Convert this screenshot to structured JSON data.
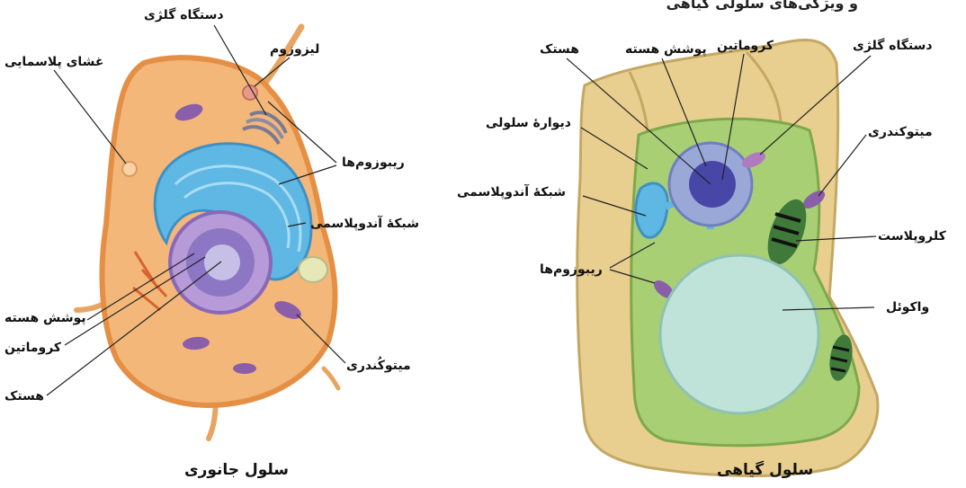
{
  "top_fragment": "و ویژگی‌های سلولی گیاهی",
  "animal": {
    "caption": "سلول جانوری",
    "labels": {
      "golgi": "دستگاه گلژی",
      "lysosome": "لیزوزوم",
      "plasma_membrane": "غشای پلاسمایی",
      "ribosomes": "ریبوزوم‌ها",
      "er": "شبکهٔ آندوپلاسمی",
      "nuclear_envelope": "پوشش هسته",
      "chromatin": "کروماتین",
      "nucleolus": "هستک",
      "mitochondria": "میتوکُندری"
    }
  },
  "plant": {
    "caption": "سلول گیاهی",
    "labels": {
      "nucleolus": "هستک",
      "nuclear_envelope": "پوشش هسته",
      "chromatin": "کروماتین",
      "golgi": "دستگاه گلژی",
      "cell_wall": "دیوارهٔ سلولی",
      "mitochondria": "میتوکندری",
      "er": "شبکهٔ آندوپلاسمی",
      "chloroplast": "کلروپلاست",
      "ribosomes": "ریبوزوم‌ها",
      "vacuole": "واکوئل"
    }
  },
  "colors": {
    "animal_cytoplasm": "#f3b77a",
    "animal_membrane": "#e58f45",
    "er_blue": "#5fb7e3",
    "nucleus_purple": "#a98ad1",
    "plant_wall": "#e9cf8f",
    "plant_cytoplasm": "#a9cf74",
    "vacuole": "#bfe3d8"
  }
}
